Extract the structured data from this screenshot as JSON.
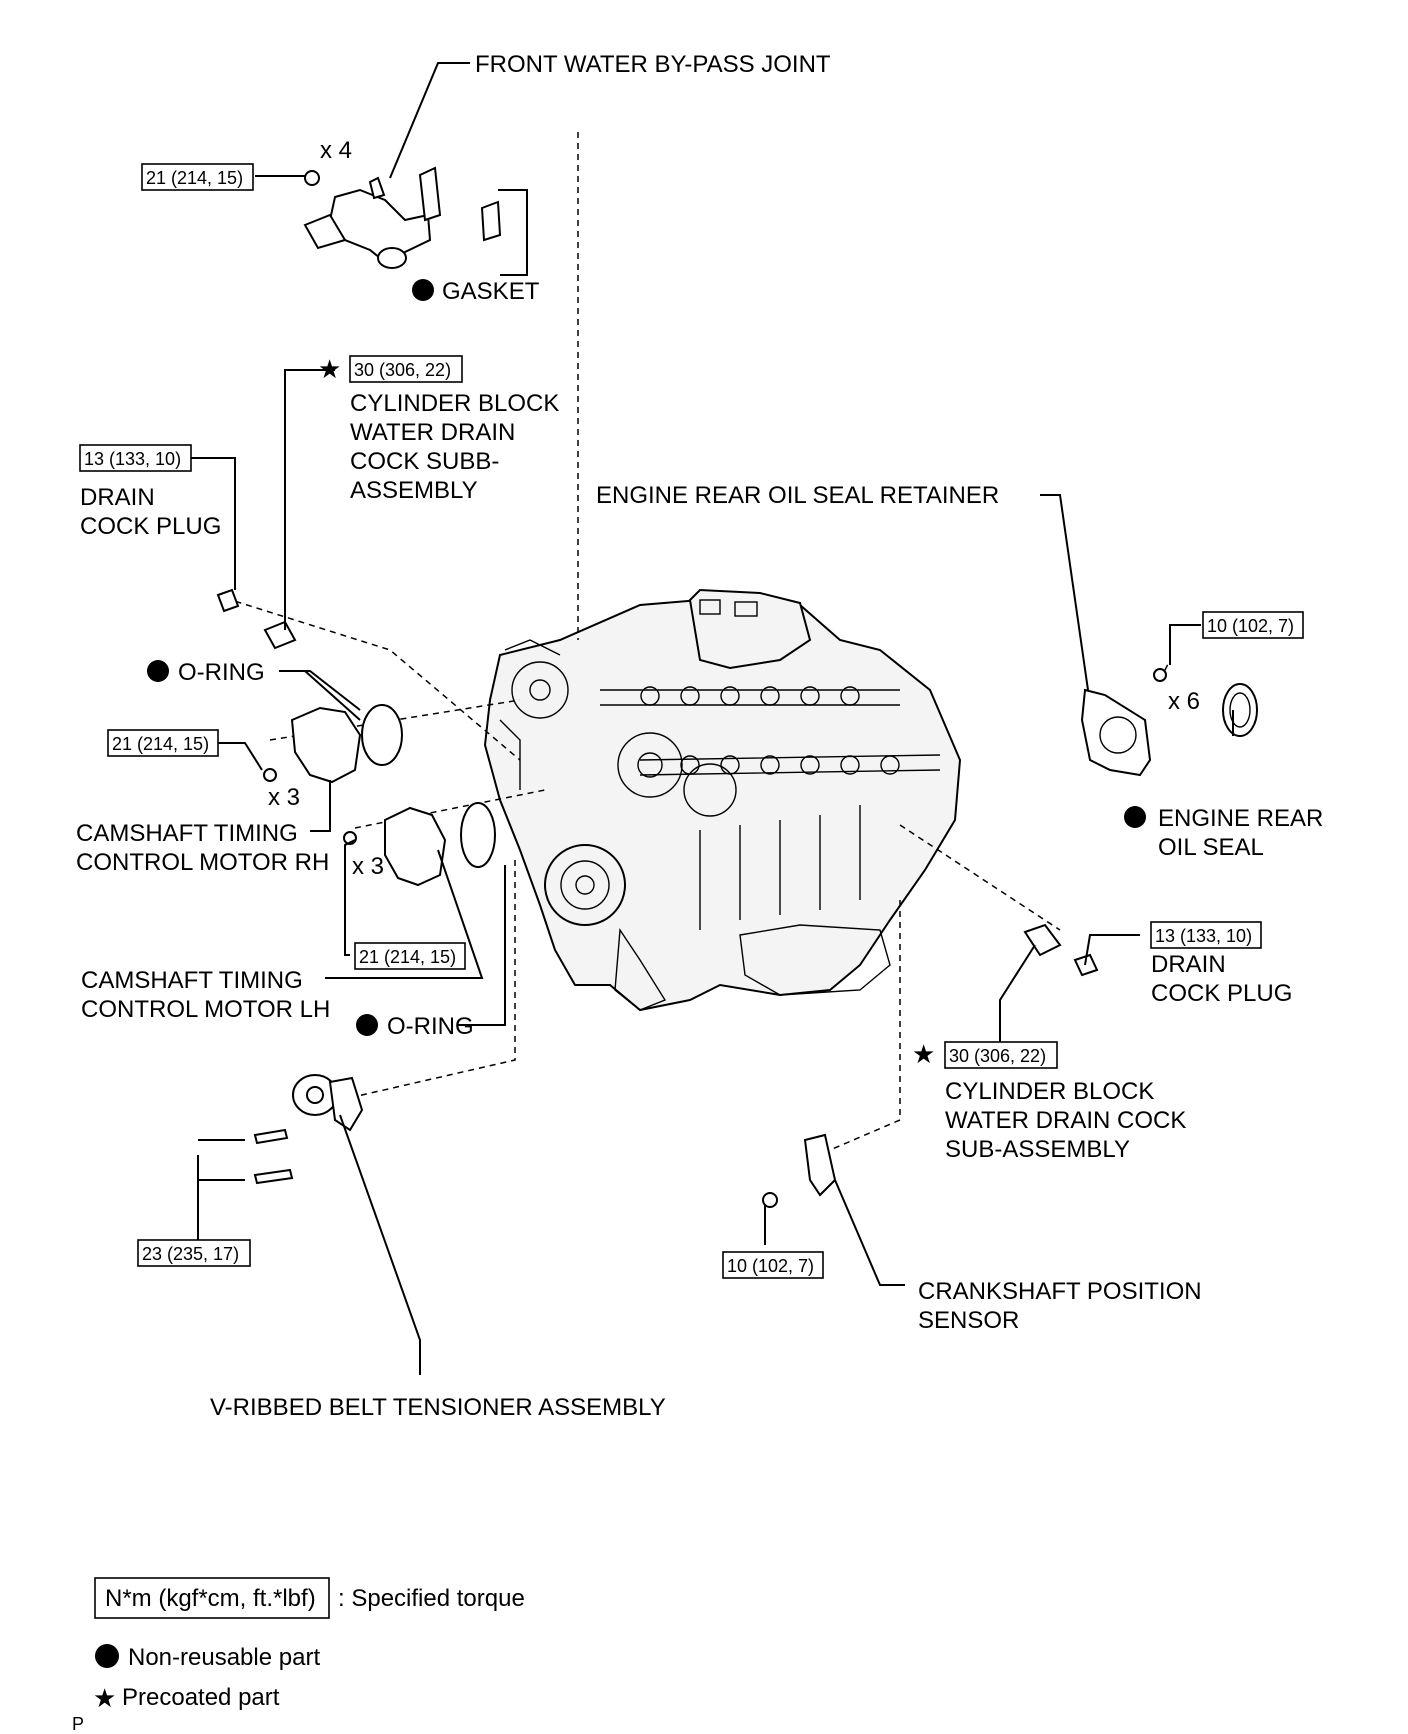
{
  "labels": {
    "front_water_bypass_joint": "FRONT WATER BY-PASS JOINT",
    "gasket": "GASKET",
    "cyl_block_drain_cock_l": [
      "CYLINDER BLOCK",
      "WATER DRAIN",
      "COCK SUBB-",
      "ASSEMBLY"
    ],
    "drain_cock_plug_l": [
      "DRAIN",
      "COCK PLUG"
    ],
    "engine_rear_oil_seal_retainer": "ENGINE REAR OIL SEAL RETAINER",
    "o_ring_upper": "O-RING",
    "engine_rear_oil_seal": [
      "ENGINE REAR",
      "OIL SEAL"
    ],
    "cam_motor_rh": [
      "CAMSHAFT TIMING",
      "CONTROL MOTOR RH"
    ],
    "cam_motor_lh": [
      "CAMSHAFT TIMING",
      "CONTROL MOTOR LH"
    ],
    "o_ring_lower": "O-RING",
    "drain_cock_plug_r": [
      "DRAIN",
      "COCK PLUG"
    ],
    "cyl_block_drain_cock_r": [
      "CYLINDER BLOCK",
      "WATER DRAIN COCK",
      "SUB-ASSEMBLY"
    ],
    "crankshaft_position_sensor": [
      "CRANKSHAFT POSITION",
      "SENSOR"
    ],
    "v_ribbed_belt_tensioner": "V-RIBBED BELT TENSIONER ASSEMBLY"
  },
  "quantities": {
    "bypass_joint_nuts": "x 4",
    "retainer_bolts": "x 6",
    "cam_rh_bolts": "x 3",
    "cam_lh_bolts": "x 3"
  },
  "torques": {
    "bypass_joint": "21 (214, 15)",
    "drain_cock_l": "30 (306, 22)",
    "drain_plug_l": "13 (133, 10)",
    "retainer": "10 (102, 7)",
    "cam_rh": "21 (214, 15)",
    "cam_lh": "21 (214, 15)",
    "drain_plug_r": "13 (133, 10)",
    "drain_cock_r": "30 (306, 22)",
    "tensioner": "23 (235, 17)",
    "crank_sensor": "10 (102, 7)"
  },
  "legend": {
    "torque_unit": "N*m (kgf*cm, ft.*lbf)",
    "torque_desc": ": Specified torque",
    "non_reusable": "Non-reusable part",
    "precoated": "Precoated part"
  },
  "corner_mark": "P"
}
